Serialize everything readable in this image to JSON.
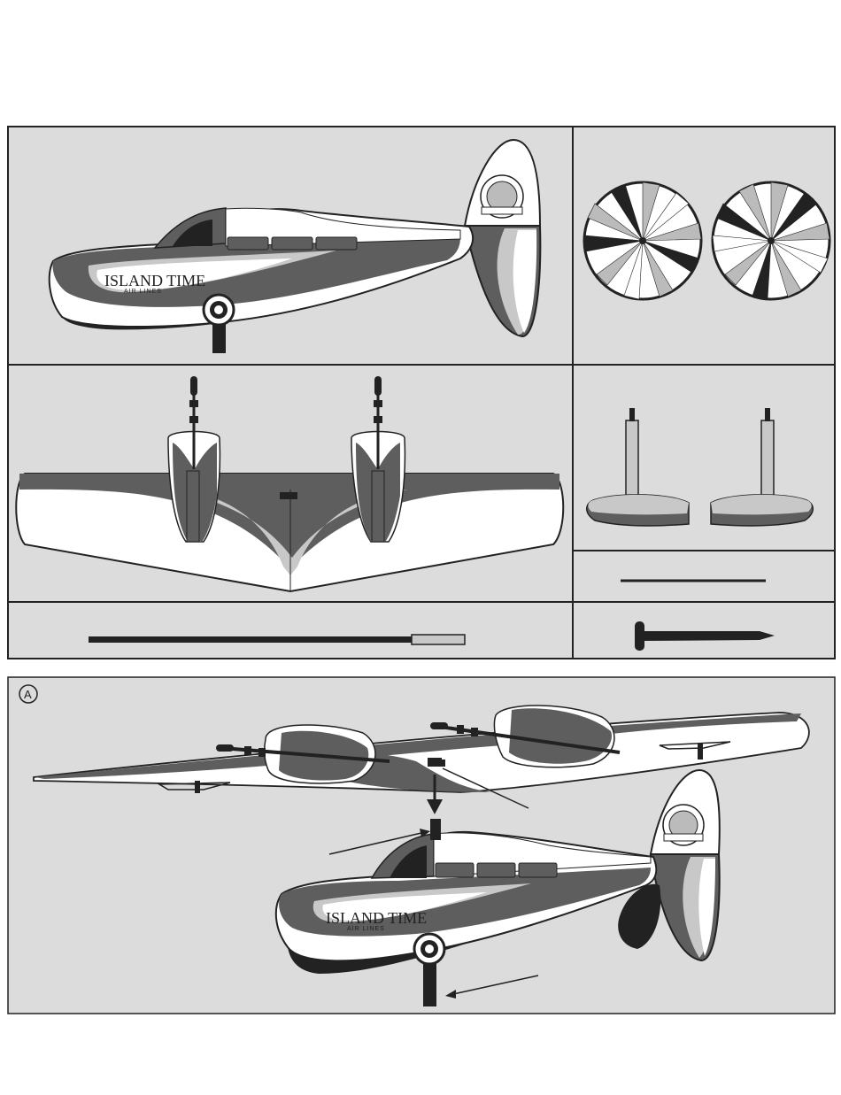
{
  "logo": {
    "main": "ISLAND TIME",
    "sub": "AIR LINES"
  },
  "step": {
    "label": "A"
  },
  "colors": {
    "panel_bg": "#dcdcdc",
    "dark": "#5e5e5e",
    "mid": "#b8b8b8",
    "light": "#ffffff",
    "ink": "#222222"
  },
  "parts": [
    "fuselage",
    "propellers",
    "wing-with-nacelles",
    "floats",
    "wire-strut",
    "pushrod",
    "nose-pin"
  ],
  "assembly": {
    "step": "A"
  }
}
